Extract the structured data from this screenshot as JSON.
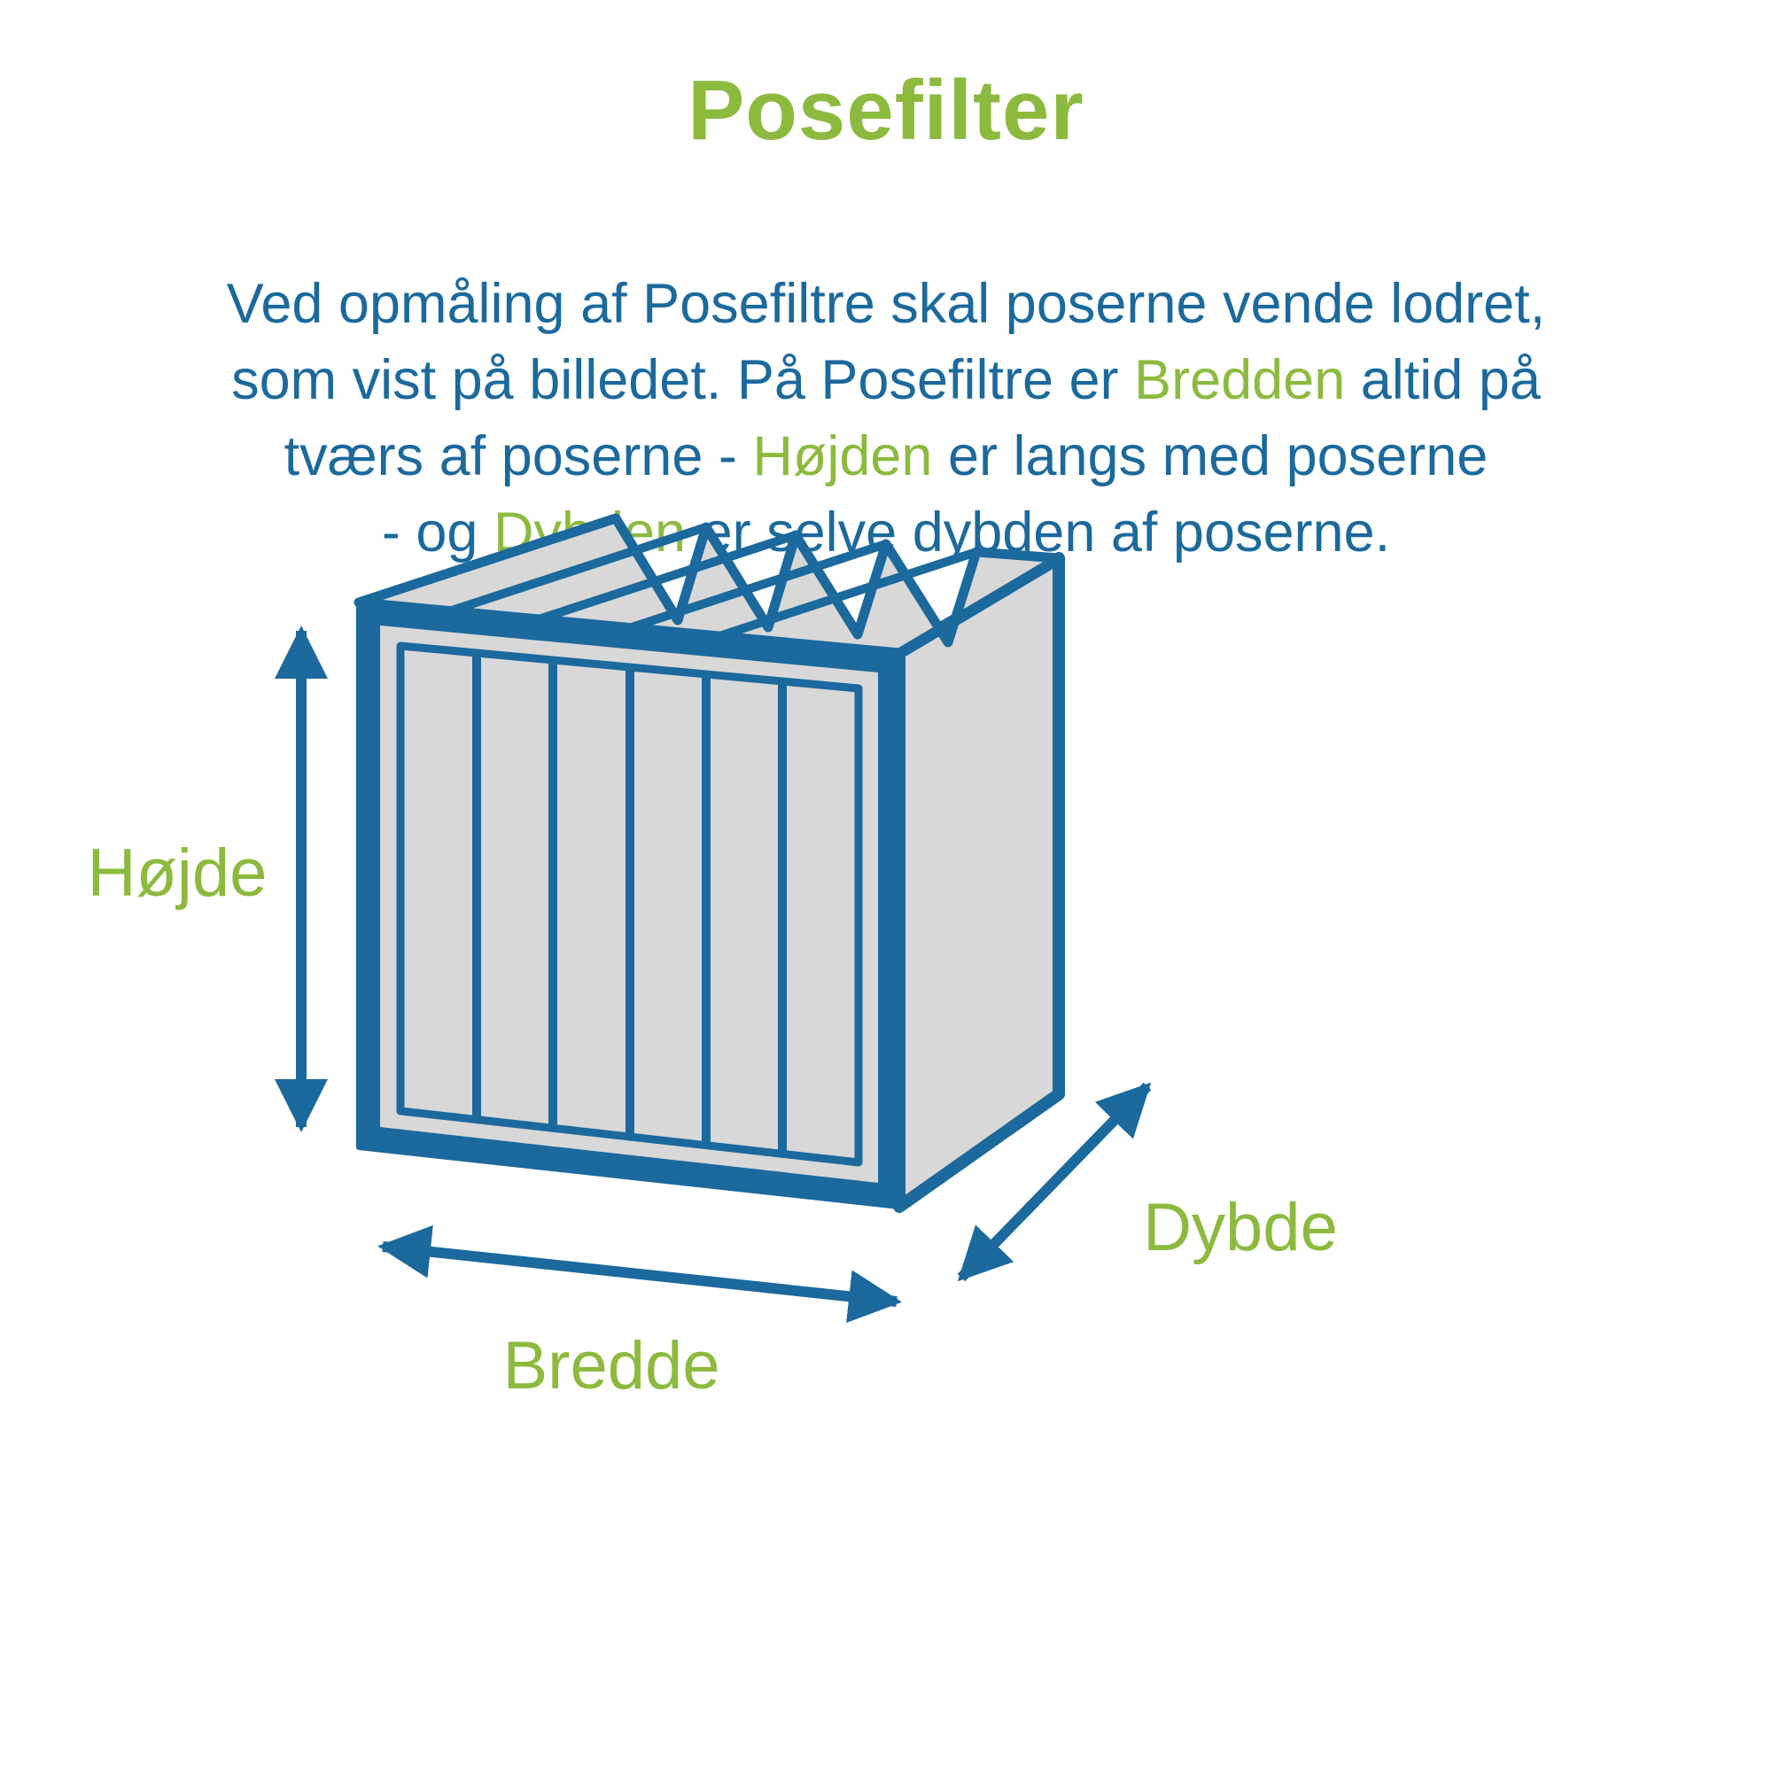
{
  "title": "Posefilter",
  "paragraph": {
    "line1": "Ved opmåling af Posefiltre skal poserne vende lodret,",
    "line2_a": "som vist på billedet. På Posefiltre er ",
    "line2_highlight": "Bredden",
    "line2_b": " altid på",
    "line3_a": "tværs af poserne - ",
    "line3_highlight": "Højden",
    "line3_b": " er langs med poserne",
    "line4_a": "- og ",
    "line4_highlight": "Dybden",
    "line4_b": " er selve dybden af poserne."
  },
  "diagram": {
    "labels": {
      "height": "Højde",
      "width": "Bredde",
      "depth": "Dybde"
    }
  },
  "colors": {
    "text_blue": "#1b699d",
    "accent_green": "#8cba3e",
    "fill_gray": "#d8d8d8",
    "background": "#ffffff"
  }
}
